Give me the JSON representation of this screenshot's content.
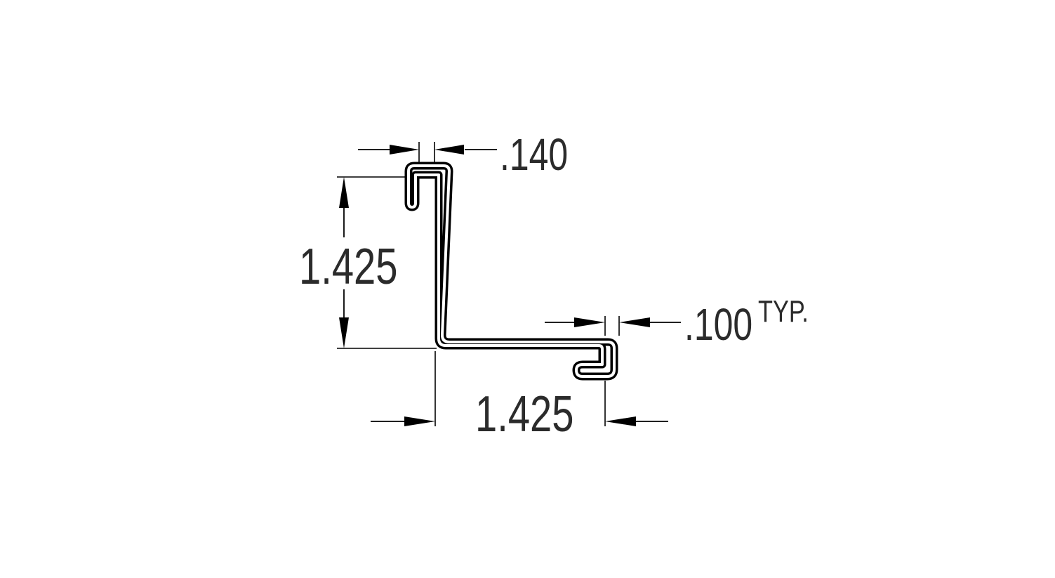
{
  "drawing": {
    "part_type": "profile-cross-section",
    "colors": {
      "line": "#000000",
      "text": "#2b2b2b",
      "background": "#ffffff"
    },
    "dimensions": {
      "top_flange_width": {
        "value": ".140"
      },
      "vertical_height": {
        "value": "1.425"
      },
      "horizontal_length": {
        "value": "1.425"
      },
      "material_thickness": {
        "value": ".100",
        "suffix": "TYP."
      }
    }
  }
}
